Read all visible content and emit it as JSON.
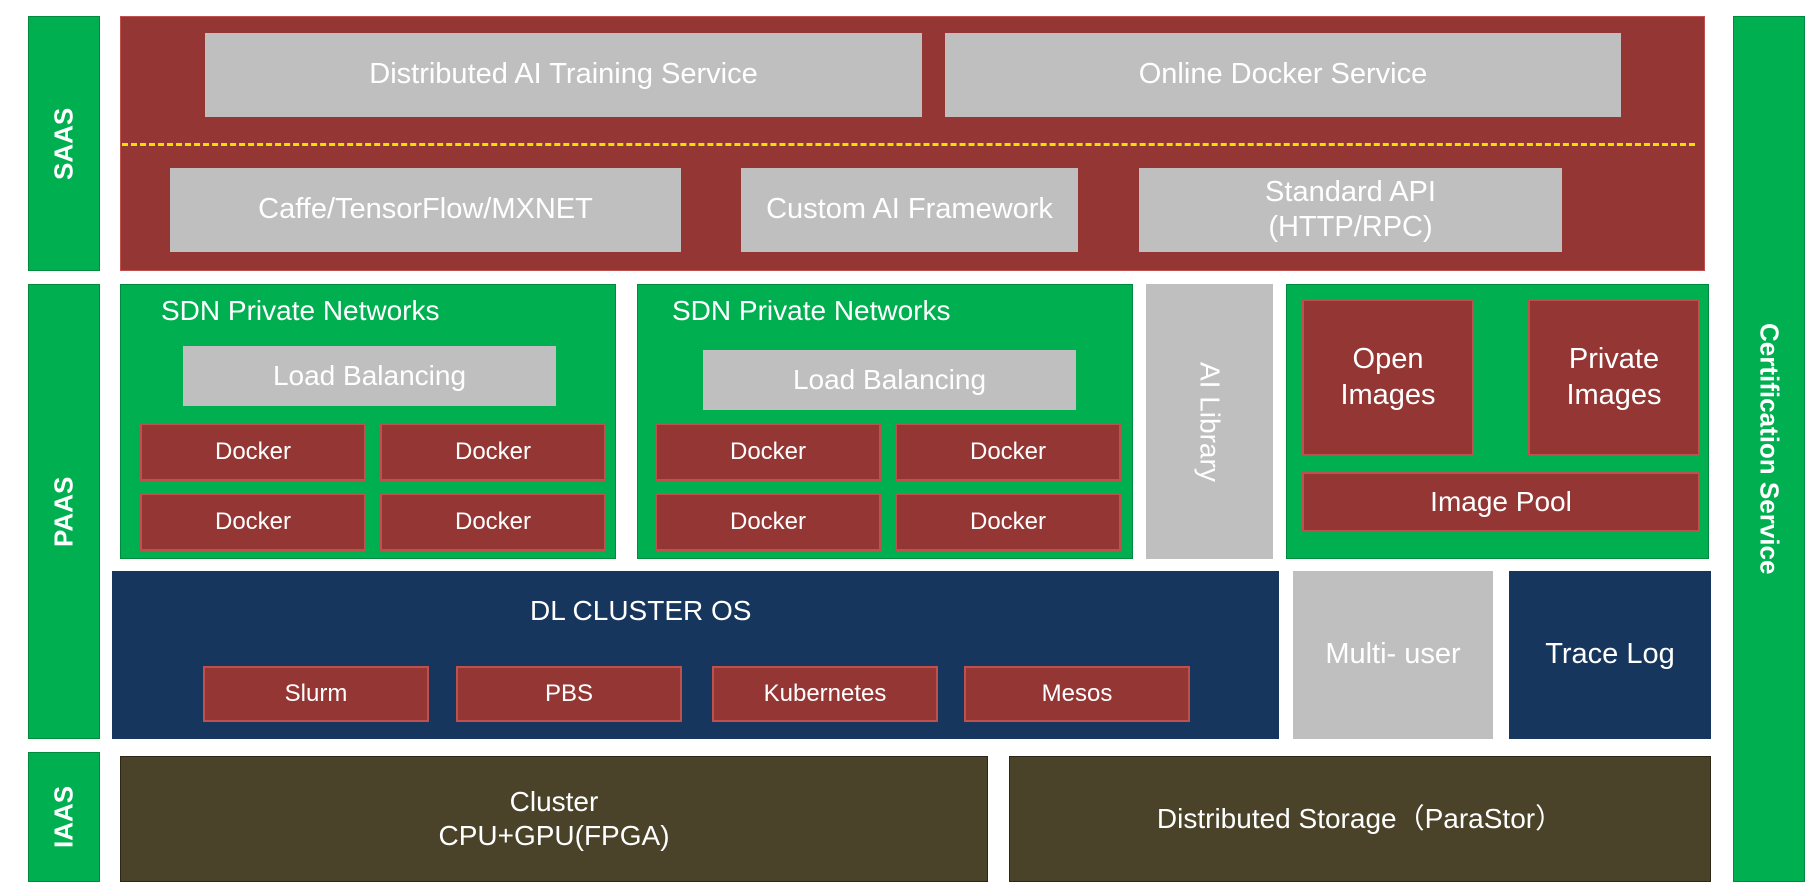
{
  "layers": {
    "saas": "SAAS",
    "paas": "PAAS",
    "iaas": "IAAS",
    "certification": "Certification Service"
  },
  "saas": {
    "distributed_training": "Distributed AI Training Service",
    "online_docker": "Online Docker Service",
    "caffe": "Caffe/TensorFlow/MXNET",
    "custom_framework": "Custom AI Framework",
    "standard_api": "Standard API\n(HTTP/RPC)"
  },
  "paas": {
    "sdn_left": {
      "title": "SDN Private Networks",
      "load_balancing": "Load Balancing",
      "dockers": [
        "Docker",
        "Docker",
        "Docker",
        "Docker"
      ]
    },
    "sdn_right": {
      "title": "SDN Private Networks",
      "load_balancing": "Load Balancing",
      "dockers": [
        "Docker",
        "Docker",
        "Docker",
        "Docker"
      ]
    },
    "ai_library": "AI Library",
    "open_images": "Open\nImages",
    "private_images": "Private\nImages",
    "image_pool": "Image Pool",
    "dl_cluster_os": "DL CLUSTER OS",
    "schedulers": [
      "Slurm",
      "PBS",
      "Kubernetes",
      "Mesos"
    ],
    "multi_user": "Multi- user",
    "trace_log": "Trace Log"
  },
  "iaas": {
    "cluster": "Cluster\nCPU+GPU(FPGA)",
    "storage": "Distributed Storage（ParaStor）"
  },
  "colors": {
    "green": "#00b050",
    "red": "#943634",
    "gray": "#bfbfbf",
    "navy": "#17365d",
    "olive": "#4a432a",
    "dash": "#f0e000"
  }
}
